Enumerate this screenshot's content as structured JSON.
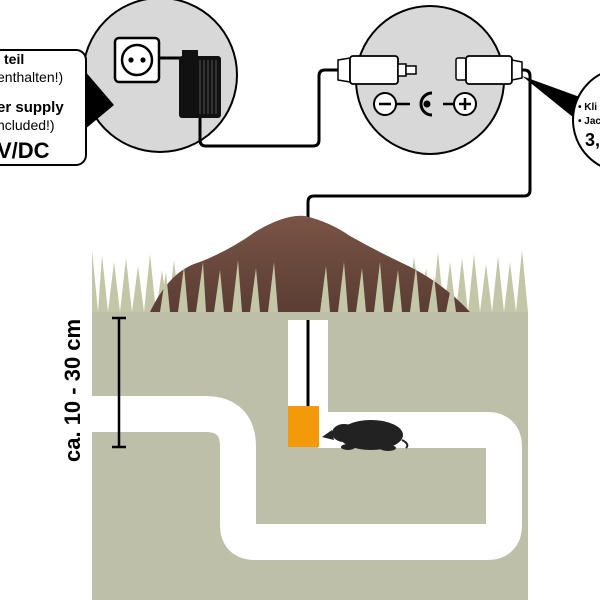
{
  "left_callout": {
    "line1": "teil",
    "line2": "enthalten!)",
    "line3": "er supply",
    "line4": "ncluded!)",
    "line5": "V/DC"
  },
  "right_callout": {
    "line1": "• Kli",
    "line2": "• Jac",
    "line3": "3,"
  },
  "measurement": {
    "depth_label": "ca. 10 - 30 cm"
  },
  "colors": {
    "soil": "#bebfa9",
    "molehill": "#6b4a3e",
    "grass": "#c4c6a8",
    "device": "#f39a0b",
    "circle_bg": "#d8d8d8",
    "mole": "#222222"
  }
}
